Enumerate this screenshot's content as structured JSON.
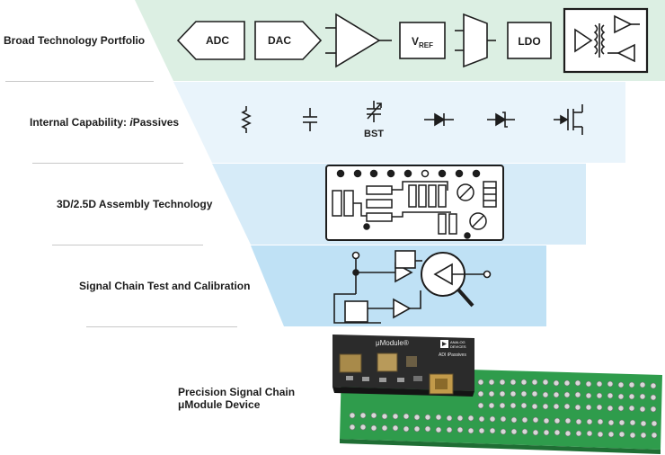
{
  "tiers": [
    {
      "label": "Broad Technology Portfolio"
    },
    {
      "label": "Internal Capability: iPassives",
      "label_prefix": "Internal Capability: ",
      "label_italic": "i",
      "label_suffix": "Passives"
    },
    {
      "label": "3D/2.5D Assembly Technology"
    },
    {
      "label": "Signal Chain Test and Calibration"
    },
    {
      "label_line1": "Precision Signal Chain",
      "label_line2": "μModule Device"
    }
  ],
  "portfolio_blocks": {
    "adc": "ADC",
    "dac": "DAC",
    "vref_main": "V",
    "vref_sub": "REF",
    "ldo": "LDO"
  },
  "passives": {
    "bst": "BST"
  },
  "module": {
    "brand": "μModule®",
    "logo_line1": "ANALOG",
    "logo_line2": "DEVICES",
    "ipassives": "ADI iPassives"
  },
  "colors": {
    "tier1": "#dcefe3",
    "tier2": "#e9f4fb",
    "tier3": "#d6ebf8",
    "tier4": "#bfe1f5",
    "icon_stroke": "#1d1d1d",
    "board_green": "#2f9c4c",
    "chip_black": "#222222"
  }
}
